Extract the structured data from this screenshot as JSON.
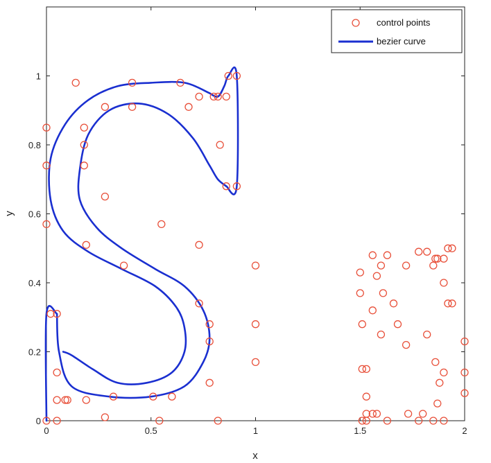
{
  "chart_data": {
    "type": "line",
    "xlabel": "x",
    "ylabel": "y",
    "xlim": [
      0,
      2
    ],
    "ylim": [
      0,
      1.2
    ],
    "xticks": [
      "0",
      "0.5",
      "1",
      "1.5",
      "2"
    ],
    "yticks": [
      "0",
      "0.2",
      "0.4",
      "0.6",
      "0.8",
      "1"
    ],
    "grid": false,
    "legend": {
      "position": "top-right",
      "entries": [
        {
          "label": "control points",
          "marker": "circle",
          "color": "#e8503a"
        },
        {
          "label": "bezier curve",
          "marker": "line",
          "color": "#1a2fd0"
        }
      ]
    },
    "series": [
      {
        "name": "control points",
        "kind": "scatter",
        "color": "#e8503a",
        "points": [
          [
            0.0,
            0.0
          ],
          [
            0.05,
            0.0
          ],
          [
            0.02,
            0.31
          ],
          [
            0.05,
            0.31
          ],
          [
            0.05,
            0.14
          ],
          [
            0.05,
            0.06
          ],
          [
            0.09,
            0.06
          ],
          [
            0.1,
            0.06
          ],
          [
            0.19,
            0.06
          ],
          [
            0.28,
            0.01
          ],
          [
            0.32,
            0.07
          ],
          [
            0.51,
            0.07
          ],
          [
            0.54,
            0.0
          ],
          [
            0.6,
            0.07
          ],
          [
            0.78,
            0.11
          ],
          [
            0.78,
            0.23
          ],
          [
            0.78,
            0.28
          ],
          [
            0.73,
            0.34
          ],
          [
            0.82,
            0.0
          ],
          [
            1.0,
            0.17
          ],
          [
            1.0,
            0.28
          ],
          [
            1.0,
            0.45
          ],
          [
            0.73,
            0.51
          ],
          [
            0.55,
            0.57
          ],
          [
            0.37,
            0.45
          ],
          [
            0.19,
            0.51
          ],
          [
            0.0,
            0.57
          ],
          [
            0.0,
            0.74
          ],
          [
            0.0,
            0.85
          ],
          [
            0.18,
            0.85
          ],
          [
            0.18,
            0.8
          ],
          [
            0.18,
            0.74
          ],
          [
            0.28,
            0.65
          ],
          [
            0.28,
            0.91
          ],
          [
            0.41,
            0.91
          ],
          [
            0.68,
            0.91
          ],
          [
            0.83,
            0.8
          ],
          [
            0.86,
            0.68
          ],
          [
            0.91,
            0.68
          ],
          [
            0.14,
            0.98
          ],
          [
            0.41,
            0.98
          ],
          [
            0.64,
            0.98
          ],
          [
            0.73,
            0.94
          ],
          [
            0.8,
            0.94
          ],
          [
            0.82,
            0.94
          ],
          [
            0.86,
            0.94
          ],
          [
            0.87,
            1.0
          ],
          [
            0.91,
            1.0
          ],
          [
            1.51,
            0.0
          ],
          [
            1.53,
            0.0
          ],
          [
            1.51,
            0.15
          ],
          [
            1.53,
            0.15
          ],
          [
            1.53,
            0.07
          ],
          [
            1.53,
            0.02
          ],
          [
            1.56,
            0.02
          ],
          [
            1.58,
            0.02
          ],
          [
            1.63,
            0.0
          ],
          [
            1.73,
            0.02
          ],
          [
            1.78,
            0.0
          ],
          [
            1.8,
            0.02
          ],
          [
            1.85,
            0.0
          ],
          [
            1.9,
            0.0
          ],
          [
            1.87,
            0.05
          ],
          [
            1.88,
            0.11
          ],
          [
            1.9,
            0.14
          ],
          [
            1.86,
            0.17
          ],
          [
            2.0,
            0.08
          ],
          [
            2.0,
            0.14
          ],
          [
            2.0,
            0.23
          ],
          [
            1.82,
            0.25
          ],
          [
            1.68,
            0.28
          ],
          [
            1.72,
            0.22
          ],
          [
            1.6,
            0.25
          ],
          [
            1.56,
            0.32
          ],
          [
            1.51,
            0.28
          ],
          [
            1.5,
            0.37
          ],
          [
            1.5,
            0.43
          ],
          [
            1.58,
            0.42
          ],
          [
            1.6,
            0.45
          ],
          [
            1.63,
            0.48
          ],
          [
            1.56,
            0.48
          ],
          [
            1.61,
            0.37
          ],
          [
            1.66,
            0.34
          ],
          [
            1.72,
            0.45
          ],
          [
            1.78,
            0.49
          ],
          [
            1.82,
            0.49
          ],
          [
            1.85,
            0.45
          ],
          [
            1.87,
            0.47
          ],
          [
            1.9,
            0.47
          ],
          [
            1.92,
            0.5
          ],
          [
            1.94,
            0.5
          ],
          [
            1.92,
            0.34
          ],
          [
            1.94,
            0.34
          ],
          [
            1.9,
            0.4
          ],
          [
            1.86,
            0.47
          ]
        ]
      },
      {
        "name": "bezier curve",
        "kind": "line",
        "color": "#1a2fd0",
        "segments": [
          [
            [
              0.0,
              0.0
            ],
            [
              0.0,
              0.31
            ],
            [
              0.05,
              0.31
            ]
          ],
          [
            [
              0.05,
              0.31
            ],
            [
              0.06,
              0.2
            ],
            [
              0.12,
              0.1
            ],
            [
              0.3,
              0.07
            ],
            [
              0.5,
              0.07
            ],
            [
              0.66,
              0.1
            ],
            [
              0.75,
              0.17
            ],
            [
              0.78,
              0.24
            ],
            [
              0.75,
              0.32
            ],
            [
              0.66,
              0.39
            ],
            [
              0.52,
              0.44
            ],
            [
              0.36,
              0.5
            ],
            [
              0.24,
              0.56
            ],
            [
              0.16,
              0.64
            ],
            [
              0.16,
              0.73
            ],
            [
              0.2,
              0.83
            ],
            [
              0.3,
              0.9
            ],
            [
              0.44,
              0.92
            ],
            [
              0.58,
              0.89
            ],
            [
              0.7,
              0.82
            ],
            [
              0.78,
              0.74
            ],
            [
              0.82,
              0.7
            ],
            [
              0.86,
              0.68
            ]
          ],
          [
            [
              0.86,
              0.68
            ],
            [
              0.91,
              0.68
            ],
            [
              0.91,
              1.0
            ],
            [
              0.87,
              1.0
            ],
            [
              0.85,
              0.97
            ],
            [
              0.82,
              0.94
            ],
            [
              0.78,
              0.95
            ]
          ],
          [
            [
              0.78,
              0.95
            ],
            [
              0.66,
              0.98
            ],
            [
              0.5,
              0.98
            ],
            [
              0.34,
              0.97
            ],
            [
              0.2,
              0.93
            ],
            [
              0.09,
              0.86
            ],
            [
              0.02,
              0.76
            ],
            [
              0.02,
              0.64
            ],
            [
              0.08,
              0.55
            ],
            [
              0.2,
              0.49
            ],
            [
              0.36,
              0.44
            ],
            [
              0.52,
              0.39
            ],
            [
              0.62,
              0.33
            ],
            [
              0.66,
              0.27
            ],
            [
              0.66,
              0.2
            ],
            [
              0.6,
              0.14
            ],
            [
              0.48,
              0.11
            ],
            [
              0.34,
              0.11
            ],
            [
              0.22,
              0.15
            ],
            [
              0.12,
              0.19
            ],
            [
              0.08,
              0.2
            ]
          ]
        ]
      }
    ]
  }
}
